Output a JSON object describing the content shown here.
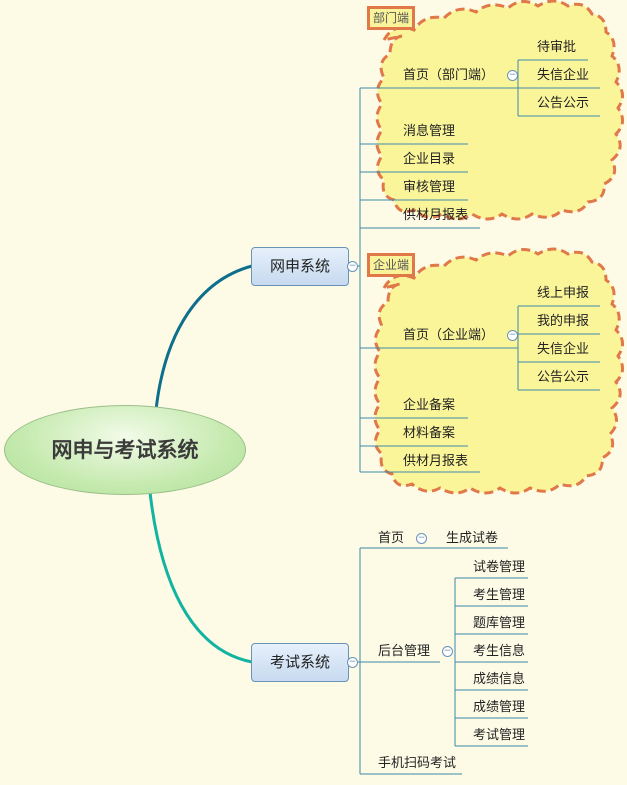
{
  "root": "网申与考试系统",
  "branches": [
    {
      "label": "网申系统",
      "groups": [
        {
          "tag": "部门端",
          "items": [
            {
              "label": "首页（部门端）",
              "children": [
                "待审批",
                "失信企业",
                "公告公示"
              ]
            },
            {
              "label": "消息管理"
            },
            {
              "label": "企业目录"
            },
            {
              "label": "审核管理"
            },
            {
              "label": "供材月报表"
            }
          ]
        },
        {
          "tag": "企业端",
          "items": [
            {
              "label": "首页（企业端）",
              "children": [
                "线上申报",
                "我的申报",
                "失信企业",
                "公告公示"
              ]
            },
            {
              "label": "企业备案"
            },
            {
              "label": "材料备案"
            },
            {
              "label": "供材月报表"
            }
          ]
        }
      ]
    },
    {
      "label": "考试系统",
      "items": [
        {
          "label": "首页",
          "children": [
            "生成试卷"
          ]
        },
        {
          "label": "后台管理",
          "children": [
            "试卷管理",
            "考生管理",
            "题库管理",
            "考生信息",
            "成绩信息",
            "成绩管理",
            "考试管理"
          ]
        },
        {
          "label": "手机扫码考试"
        }
      ]
    }
  ],
  "colors": {
    "background": "#fdfbe6",
    "cloud_fill": "#fbf59a",
    "cloud_border": "#e0784a",
    "line": "#3c8aa8",
    "curve_top": "#0d6f8c",
    "curve_bottom": "#12b3a0"
  },
  "icons": {
    "collapse": "minus-circle-icon"
  }
}
